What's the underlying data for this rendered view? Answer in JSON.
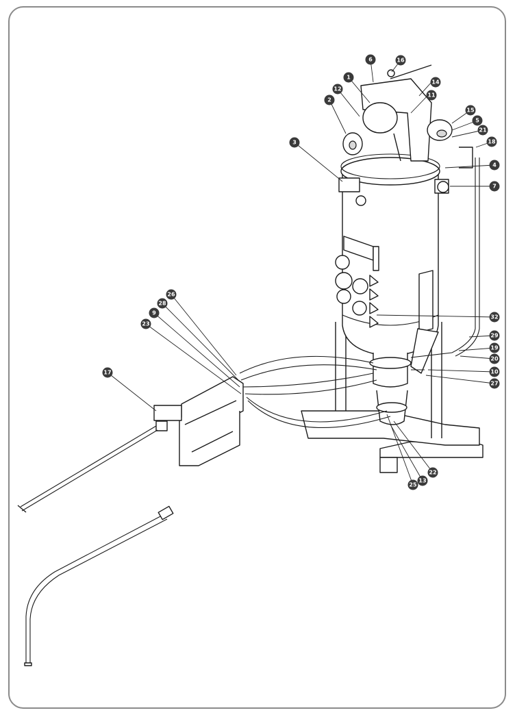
{
  "diagram": {
    "type": "exploded-parts-illustration",
    "colors": {
      "line": "#1a1a1a",
      "callout_fill": "#3a3a3a",
      "callout_text": "#ffffff",
      "frame": "#8a8a8a"
    },
    "callouts": [
      {
        "label": "1"
      },
      {
        "label": "2"
      },
      {
        "label": "3"
      },
      {
        "label": "4"
      },
      {
        "label": "5"
      },
      {
        "label": "6"
      },
      {
        "label": "7"
      },
      {
        "label": "9"
      },
      {
        "label": "10"
      },
      {
        "label": "11"
      },
      {
        "label": "12"
      },
      {
        "label": "13"
      },
      {
        "label": "14"
      },
      {
        "label": "15"
      },
      {
        "label": "16"
      },
      {
        "label": "17"
      },
      {
        "label": "18"
      },
      {
        "label": "19"
      },
      {
        "label": "20"
      },
      {
        "label": "21"
      },
      {
        "label": "22"
      },
      {
        "label": "23"
      },
      {
        "label": "25"
      },
      {
        "label": "26"
      },
      {
        "label": "27"
      },
      {
        "label": "28"
      },
      {
        "label": "29"
      },
      {
        "label": "32"
      }
    ]
  }
}
